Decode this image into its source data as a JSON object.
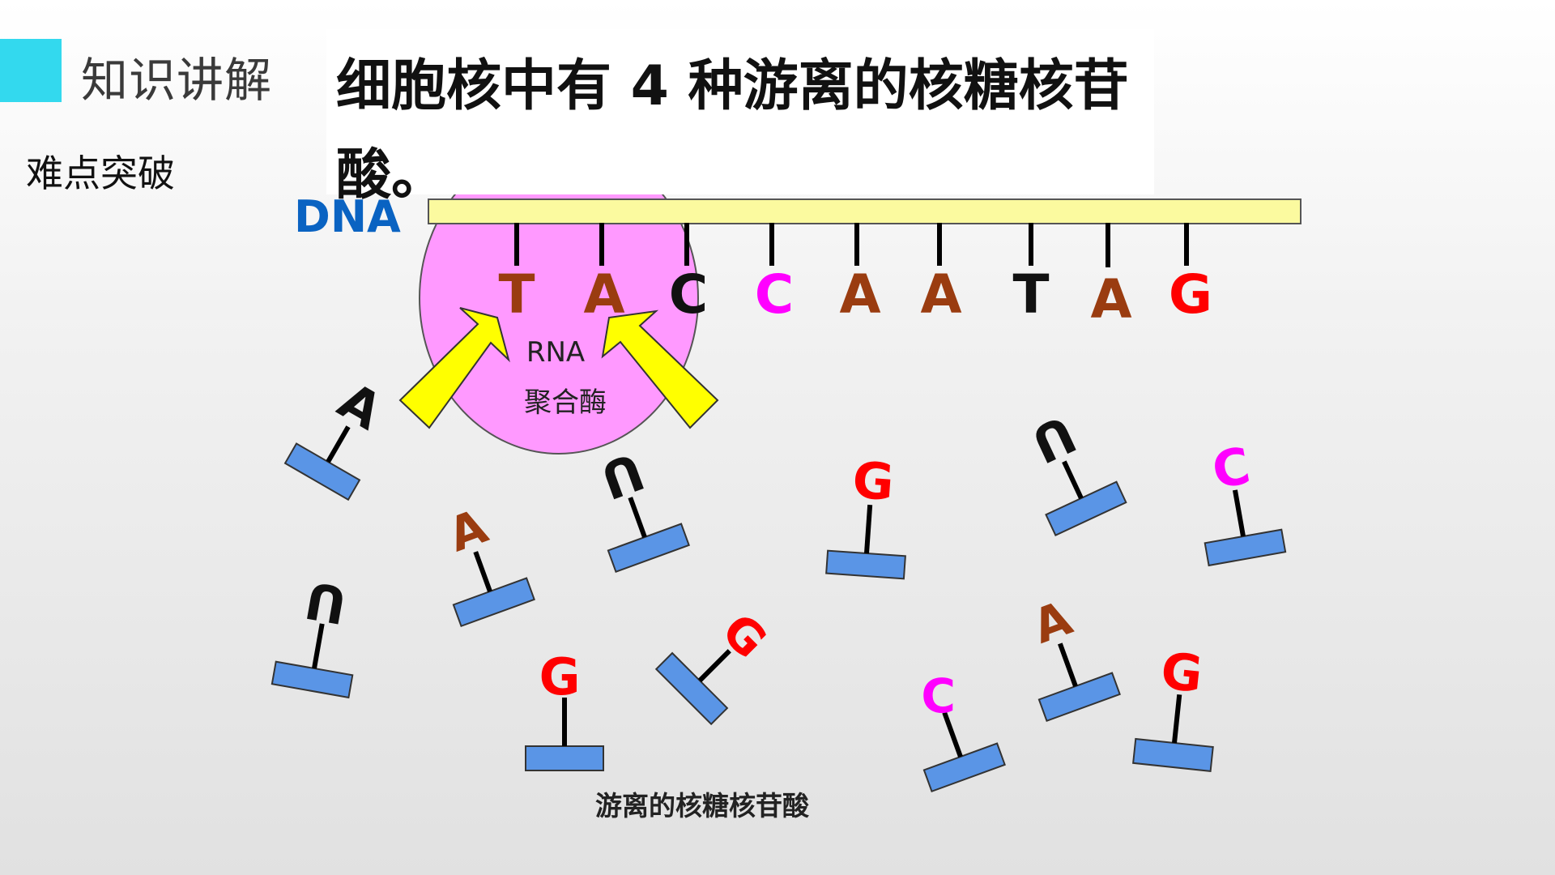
{
  "header": {
    "section_title": "知识讲解",
    "subsection": "难点突破",
    "heading": "细胞核中有 4 种游离的核糖核苷酸。"
  },
  "diagram": {
    "dna_label": "DNA",
    "enzyme_label_line1": "RNA",
    "enzyme_label_line2": "聚合酶",
    "dna_bases": [
      "T",
      "A",
      "C",
      "C",
      "A",
      "A",
      "T",
      "A",
      "G"
    ],
    "free_nucleotides": [
      "A",
      "U",
      "G",
      "U",
      "C",
      "A",
      "U",
      "G",
      "G",
      "C",
      "A",
      "G"
    ],
    "bottom_label": "游离的核糖核苷酸"
  },
  "colors": {
    "accent": "#33d9ee",
    "dna_strand": "#fbfa9f",
    "dna_label": "#0a63c2",
    "enzyme": "#ff99ff",
    "arrow": "#ffff00",
    "phosphate_block": "#5a95e6",
    "base_A": "#9a3c10",
    "base_T": "#111111",
    "base_C": "#ff00ff",
    "base_G": "#ff0000",
    "base_U": "#111111"
  }
}
